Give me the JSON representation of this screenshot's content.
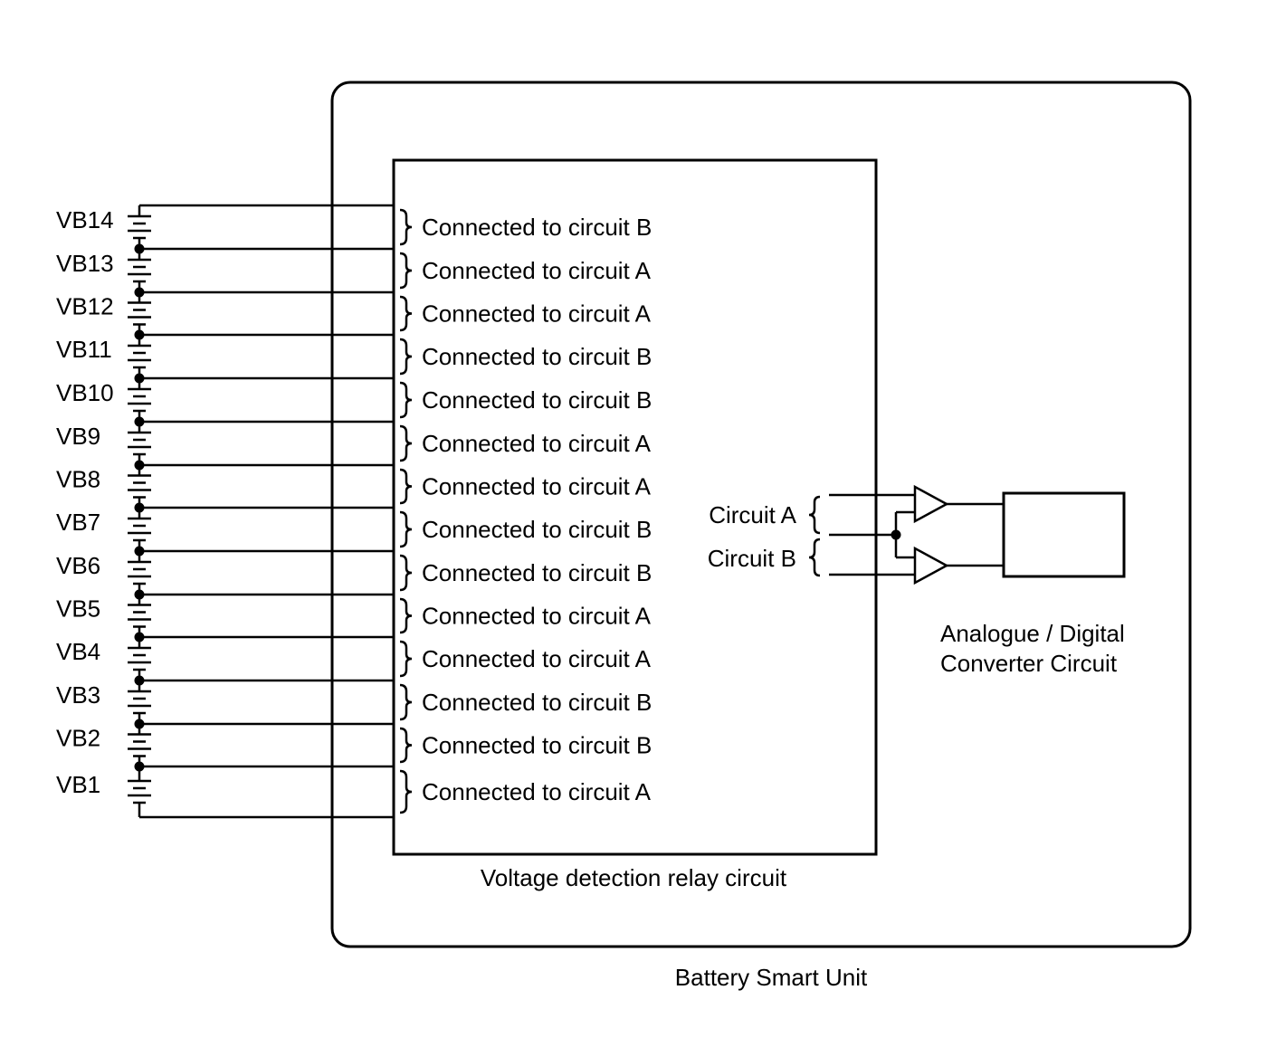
{
  "battery_smart_unit": {
    "label": "Battery Smart Unit"
  },
  "relay_circuit": {
    "label": "Voltage detection relay circuit"
  },
  "adc": {
    "label_line1": "Analogue / Digital",
    "label_line2": "Converter Circuit"
  },
  "circuit_inputs": [
    {
      "label": "Circuit A"
    },
    {
      "label": "Circuit B"
    }
  ],
  "cells": [
    {
      "name": "VB14",
      "connection": "Connected to circuit B"
    },
    {
      "name": "VB13",
      "connection": "Connected to circuit A"
    },
    {
      "name": "VB12",
      "connection": "Connected to circuit A"
    },
    {
      "name": "VB11",
      "connection": "Connected to circuit B"
    },
    {
      "name": "VB10",
      "connection": "Connected to circuit B"
    },
    {
      "name": "VB9",
      "connection": "Connected to circuit A"
    },
    {
      "name": "VB8",
      "connection": "Connected to circuit A"
    },
    {
      "name": "VB7",
      "connection": "Connected to circuit B"
    },
    {
      "name": "VB6",
      "connection": "Connected to circuit B"
    },
    {
      "name": "VB5",
      "connection": "Connected to circuit A"
    },
    {
      "name": "VB4",
      "connection": "Connected to circuit A"
    },
    {
      "name": "VB3",
      "connection": "Connected to circuit B"
    },
    {
      "name": "VB2",
      "connection": "Connected to circuit B"
    },
    {
      "name": "VB1",
      "connection": "Connected to circuit A"
    }
  ]
}
